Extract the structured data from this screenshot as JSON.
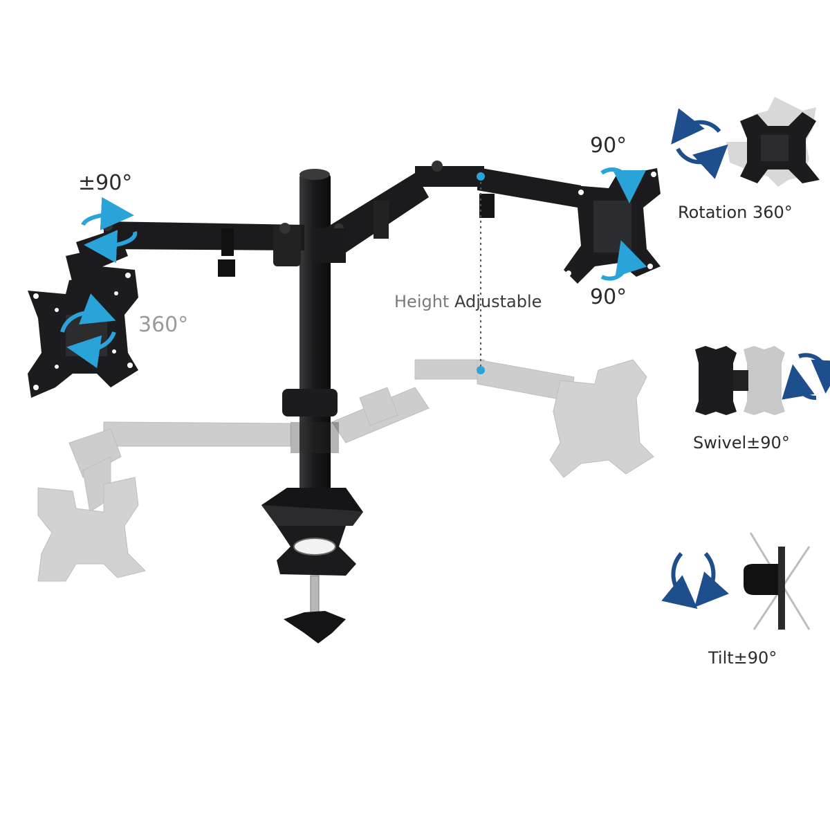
{
  "labels": {
    "left_rotate": "±90°",
    "left_spin": "360°",
    "right_top": "90°",
    "right_bottom": "90°",
    "height_light": "Height",
    "height_dark": "Adjustable",
    "rotation": "Rotation 360°",
    "swivel": "Swivel±90°",
    "tilt": "Tilt±90°"
  },
  "colors": {
    "arrow_blue": "#1f4e8c",
    "accent_cyan": "#2aa3d8",
    "mount_black": "#1d1d1f",
    "ghost_gray": "#c9c9c9"
  }
}
